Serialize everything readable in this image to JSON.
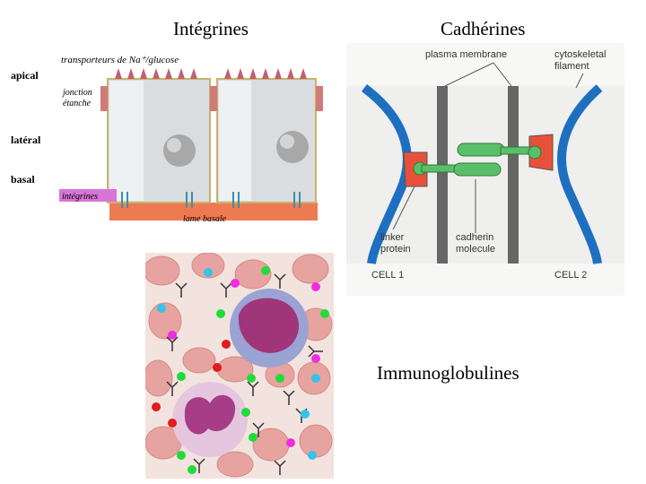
{
  "titles": {
    "integrines": "Intégrines",
    "cadherines": "Cadhérines",
    "immunoglobulines": "Immunoglobulines"
  },
  "integrin_figure": {
    "labels": {
      "apical": "apical",
      "lateral": "latéral",
      "basal": "basal",
      "transport": "transporteurs de Na⁺/glucose",
      "jonction_1": "jonction",
      "jonction_2": "étanche",
      "integrines": "intégrines",
      "lame_basale": "lame basale"
    }
  },
  "cadherin_figure": {
    "labels": {
      "plasma_membrane": "plasma membrane",
      "cytoskeletal_1": "cytoskeletal",
      "cytoskeletal_2": "filament",
      "linker_1": "linker",
      "linker_2": "protein",
      "cadherin_1": "cadherin",
      "cadherin_2": "molecule",
      "cell1": "CELL 1",
      "cell2": "CELL 2"
    },
    "colors": {
      "membrane_blue": "#1f6fc1",
      "linker_red": "#e8503a",
      "cadherin_green": "#5bbf6a",
      "plasma_grey": "#666666"
    }
  },
  "immuno_figure": {
    "colors": {
      "rbc": "#e7a39f",
      "nucleus": "#a0357a",
      "dot_cyan": "#33c3ec",
      "dot_green": "#1fdc3a",
      "dot_magenta": "#f02ee0",
      "dot_red": "#e21b1b"
    }
  }
}
